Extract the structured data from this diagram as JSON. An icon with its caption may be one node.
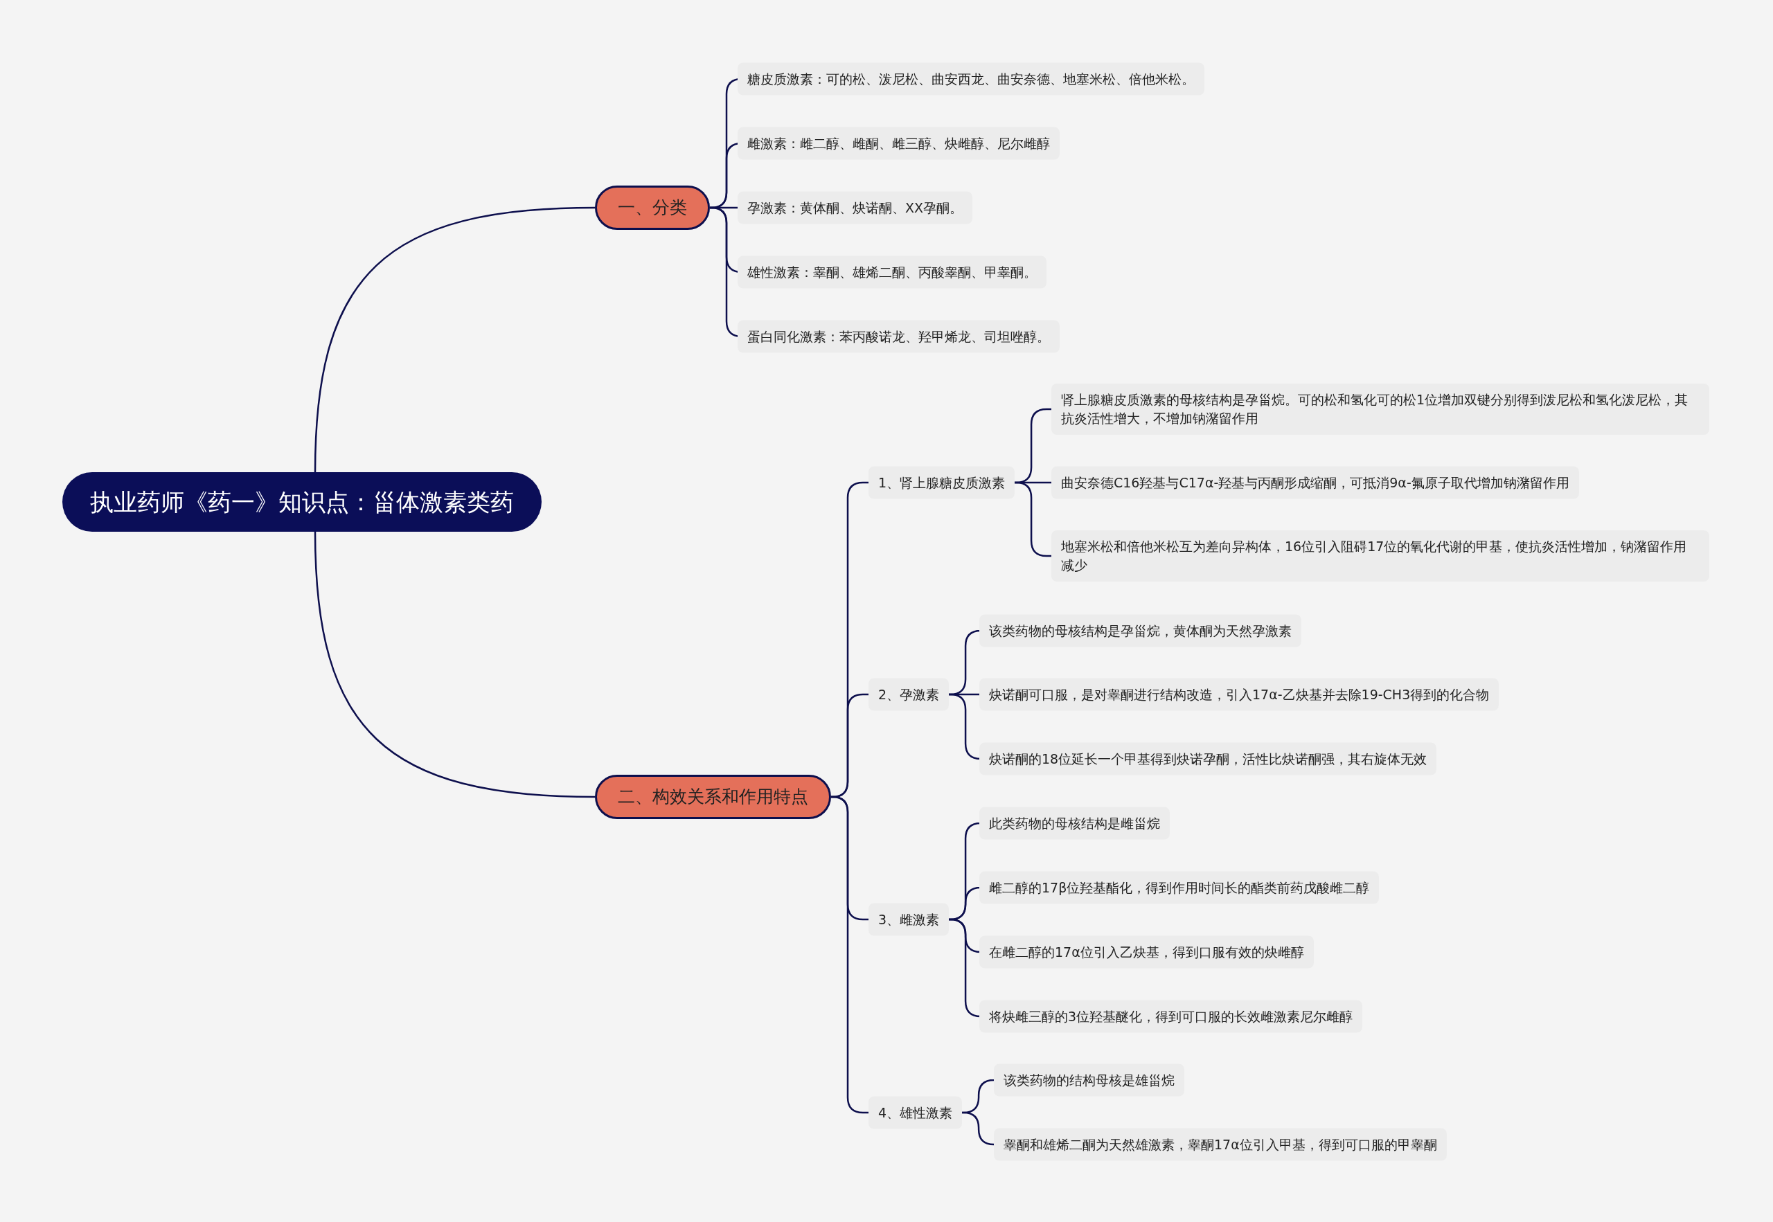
{
  "diagram": {
    "nodes": [
      {
        "text": [
          "执业药师《药一》知识点：甾体激素类药"
        ]
      },
      {
        "text": [
          "一、分类"
        ]
      },
      {
        "text": [
          "糖皮质激素：可的松、泼尼松、曲安西龙、曲安奈德、地塞米松、倍他米松。"
        ]
      },
      {
        "text": [
          "雌激素：雌二醇、雌酮、雌三醇、炔雌醇、尼尔雌醇"
        ]
      },
      {
        "text": [
          "孕激素：黄体酮、炔诺酮、XX孕酮。"
        ]
      },
      {
        "text": [
          "雄性激素：睾酮、雄烯二酮、丙酸睾酮、甲睾酮。"
        ]
      },
      {
        "text": [
          "蛋白同化激素：苯丙酸诺龙、羟甲烯龙、司坦唑醇。"
        ]
      },
      {
        "text": [
          "二、构效关系和作用特点"
        ]
      },
      {
        "text": [
          "1、肾上腺糖皮质激素"
        ]
      },
      {
        "text": [
          "肾上腺糖皮质激素的母核结构是孕甾烷。可的松和氢化可的松1位增加双键分别得到泼尼松和氢化泼尼松，其抗炎活性增大，不增加钠潴留作用"
        ]
      },
      {
        "text": [
          "曲安奈德C16羟基与C17α-羟基与丙酮形成缩酮，可抵消9α-氟原子取代增加钠潴留作用"
        ]
      },
      {
        "text": [
          "地塞米松和倍他米松互为差向异构体，16位引入阻碍17位的氧化代谢的甲基，使抗炎活性增加，钠潴留作用减少"
        ]
      },
      {
        "text": [
          "2、孕激素"
        ]
      },
      {
        "text": [
          "该类药物的母核结构是孕甾烷，黄体酮为天然孕激素"
        ]
      },
      {
        "text": [
          "炔诺酮可口服，是对睾酮进行结构改造，引入17α-乙炔基并去除19-CH3得到的化合物"
        ]
      },
      {
        "text": [
          "炔诺酮的18位延长一个甲基得到炔诺孕酮，活性比炔诺酮强，其右旋体无效"
        ]
      },
      {
        "text": [
          "3、雌激素"
        ]
      },
      {
        "text": [
          "此类药物的母核结构是雌甾烷"
        ]
      },
      {
        "text": [
          "雌二醇的17β位羟基酯化，得到作用时间长的酯类前药戊酸雌二醇"
        ]
      },
      {
        "text": [
          "在雌二醇的17α位引入乙炔基，得到口服有效的炔雌醇"
        ]
      },
      {
        "text": [
          "将炔雌三醇的3位羟基醚化，得到可口服的长效雌激素尼尔雌醇"
        ]
      },
      {
        "text": [
          "4、雄性激素"
        ]
      },
      {
        "text": [
          "该类药物的结构母核是雄甾烷"
        ]
      },
      {
        "text": [
          "睾酮和雄烯二酮为天然雄激素，睾酮17α位引入甲基，得到可口服的甲睾酮"
        ]
      }
    ],
    "edges": [
      {
        "from": 0,
        "to": 1,
        "arrow": "none"
      },
      {
        "from": 1,
        "to": 2,
        "arrow": "none"
      },
      {
        "from": 1,
        "to": 3,
        "arrow": "none"
      },
      {
        "from": 1,
        "to": 4,
        "arrow": "none"
      },
      {
        "from": 1,
        "to": 5,
        "arrow": "none"
      },
      {
        "from": 1,
        "to": 6,
        "arrow": "none"
      },
      {
        "from": 0,
        "to": 7,
        "arrow": "none"
      },
      {
        "from": 7,
        "to": 8,
        "arrow": "none"
      },
      {
        "from": 8,
        "to": 9,
        "arrow": "none"
      },
      {
        "from": 8,
        "to": 10,
        "arrow": "none"
      },
      {
        "from": 8,
        "to": 11,
        "arrow": "none"
      },
      {
        "from": 7,
        "to": 12,
        "arrow": "none"
      },
      {
        "from": 12,
        "to": 13,
        "arrow": "none"
      },
      {
        "from": 12,
        "to": 14,
        "arrow": "none"
      },
      {
        "from": 12,
        "to": 15,
        "arrow": "none"
      },
      {
        "from": 7,
        "to": 16,
        "arrow": "none"
      },
      {
        "from": 16,
        "to": 17,
        "arrow": "none"
      },
      {
        "from": 16,
        "to": 18,
        "arrow": "none"
      },
      {
        "from": 16,
        "to": 19,
        "arrow": "none"
      },
      {
        "from": 16,
        "to": 20,
        "arrow": "none"
      },
      {
        "from": 7,
        "to": 21,
        "arrow": "none"
      },
      {
        "from": 21,
        "to": 22,
        "arrow": "none"
      },
      {
        "from": 21,
        "to": 23,
        "arrow": "none"
      }
    ]
  }
}
